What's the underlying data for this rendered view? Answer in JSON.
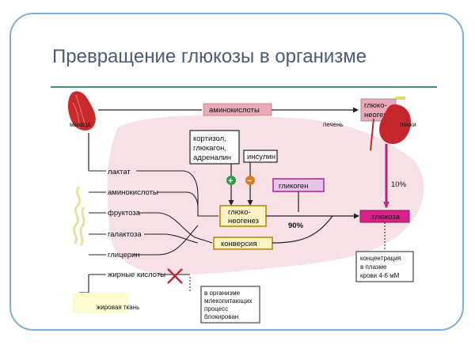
{
  "title": "Превращение глюкозы в организме",
  "labels": {
    "muscle": "мышца",
    "amino_acids_top": "аминокислоты",
    "gng_kidney_line1": "глюко-",
    "gng_kidney_line2": "неогенез",
    "liver": "печень",
    "kidneys": "почки",
    "hormones_line1": "кортизол,",
    "hormones_line2": "глюкагон,",
    "hormones_line3": "адреналин",
    "insulin": "инсулин",
    "plus": "+",
    "minus": "−",
    "glycogen": "гликоген",
    "percent_10": "10%",
    "lactate": "лактат",
    "amino_acids": "аминокислоты",
    "fructose": "фруктоза",
    "galactose": "галактоза",
    "glycerol": "глицерин",
    "fatty_acids": "жирные кислоты",
    "adipose": "жировая ткань",
    "gng_line1": "глюко-",
    "gng_line2": "неогенез",
    "percent_90": "90%",
    "glucose": "глюкоза",
    "conversion": "конверсия",
    "conc_line1": "концентрация",
    "conc_line2": "в плазме",
    "conc_line3": "крови 4-6 мМ",
    "note_line1": "в организме",
    "note_line2": "млекопитающих",
    "note_line3": "процесс",
    "note_line4": "блокирован"
  },
  "colors": {
    "title": "#4a5a78",
    "frame": "#7fb0d6",
    "rule": "#3f8a86",
    "liver_bg": "#f7dbe3",
    "pink_box": "#e9a9b6",
    "glycogen_fill": "#e7c4e8",
    "glycogen_border": "#b0309a",
    "glucose_fill": "#d8228a",
    "gng_fill": "#fbf2c6",
    "gng_border": "#b48a10",
    "muscle": "#c92b2d",
    "kidney": "#c5272d",
    "plus": "#2e9a44",
    "minus": "#e07a1a",
    "cross": "#c0283a",
    "adipose": "#fcfbd0"
  }
}
